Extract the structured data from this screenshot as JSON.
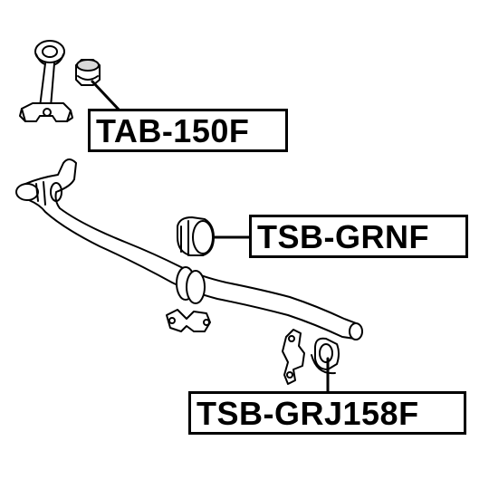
{
  "parts": {
    "link_bushing": {
      "part_number": "TAB-150F",
      "icon": "bushing-icon"
    },
    "stabilizer_bushing_front": {
      "part_number": "TSB-GRNF",
      "icon": "bushing-icon"
    },
    "stabilizer_bushing_rear": {
      "part_number": "TSB-GRJ158F",
      "icon": "bushing-icon"
    }
  },
  "colors": {
    "line": "#000000",
    "fill": "#ffffff",
    "shade": "#d9d9d9"
  }
}
